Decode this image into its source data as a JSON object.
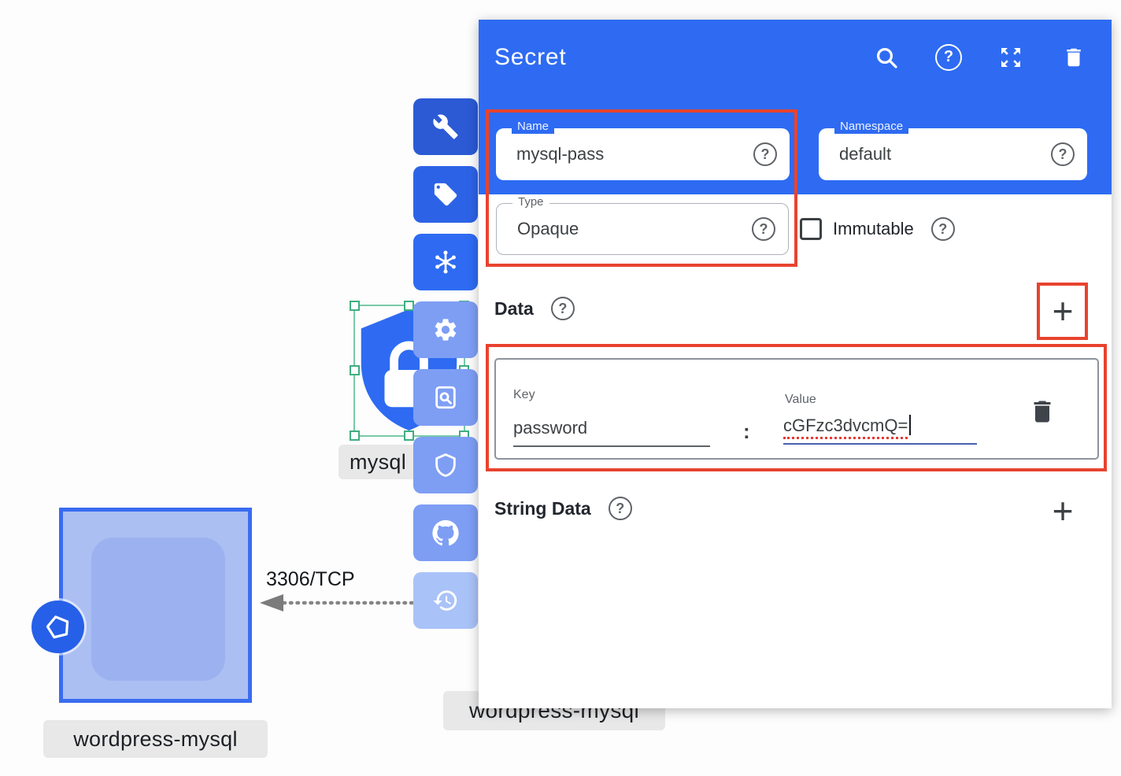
{
  "icons": {
    "help": "?",
    "plus": "+"
  },
  "colors": {
    "accent_blue": "#2e6bf2",
    "highlight_red": "#e8432e",
    "node_border_blue": "#3a6cf0",
    "selection_green": "#4db88c"
  },
  "panel": {
    "title": "Secret",
    "name_field": {
      "label": "Name",
      "value": "mysql-pass"
    },
    "namespace_field": {
      "label": "Namespace",
      "value": "default"
    },
    "type_field": {
      "label": "Type",
      "value": "Opaque"
    },
    "immutable": {
      "label": "Immutable",
      "checked": false
    },
    "data": {
      "heading": "Data",
      "row": {
        "key_label": "Key",
        "key_value": "password",
        "separator": ":",
        "value_label": "Value",
        "value_value": "cGFzc3dvcmQ="
      }
    },
    "string_data": {
      "heading": "String Data"
    }
  },
  "canvas": {
    "secret_label": "mysql",
    "pod_label": "wordpress-mysql",
    "service_label": "wordpress-mysql",
    "edge_label": "3306/TCP"
  },
  "toolbar": {
    "items": [
      "wrench",
      "tag",
      "kubernetes-hub",
      "settings",
      "preview-search",
      "shield",
      "github",
      "history"
    ]
  }
}
